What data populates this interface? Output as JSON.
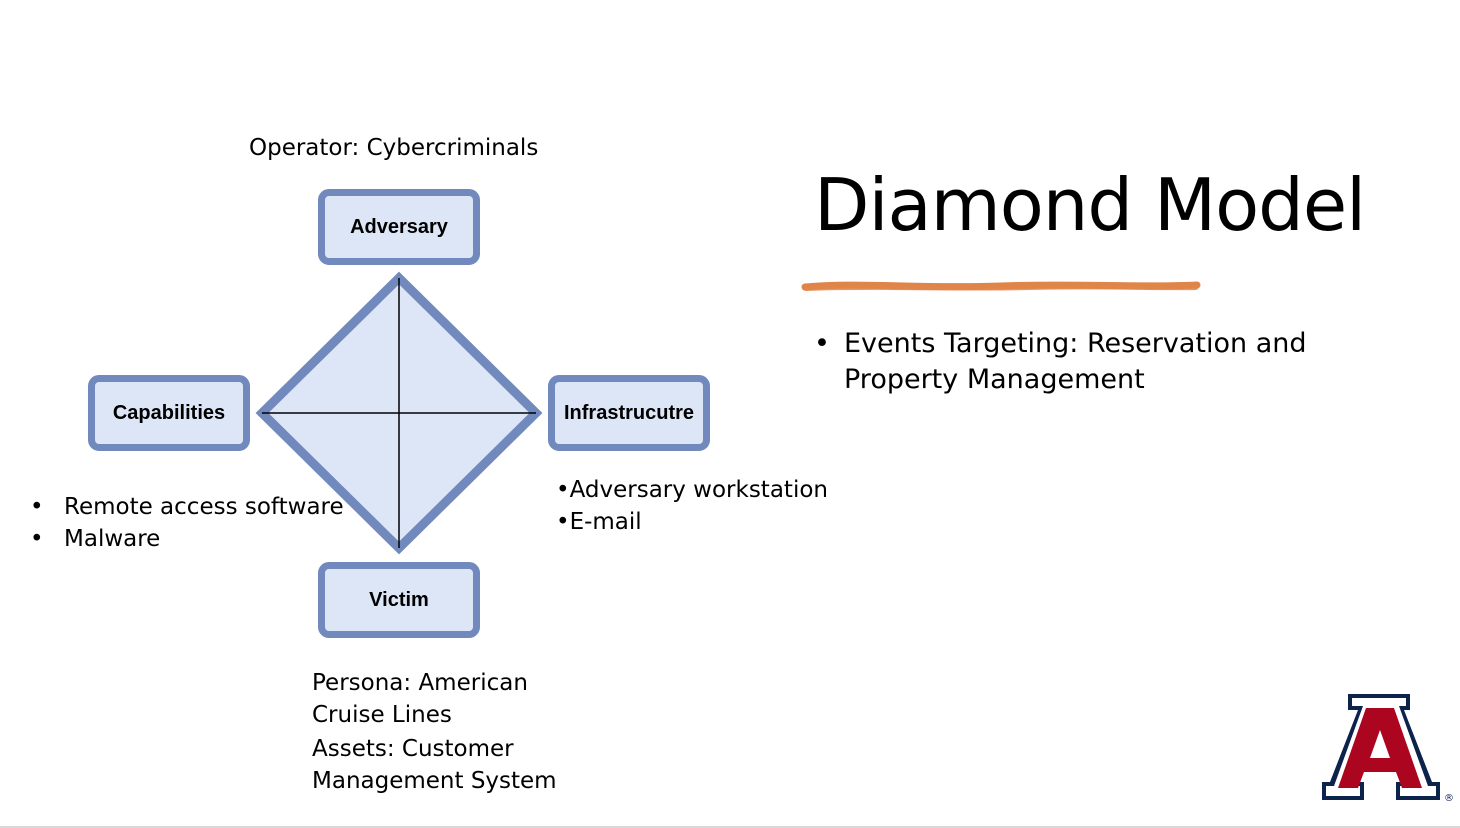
{
  "slide": {
    "title": "Diamond Model",
    "accent_color": "#e0854a",
    "bullets": [
      "Events Targeting: Reservation and Property Management"
    ]
  },
  "diagram": {
    "node_fill": "#dde6f6",
    "node_border": "#7189bd",
    "nodes": {
      "adversary": "Adversary",
      "capabilities": "Capabilities",
      "infrastructure": "Infrastrucutre",
      "victim": "Victim"
    },
    "adversary_note": "Operator: Cybercriminals",
    "capabilities_bullets": [
      "Remote access software",
      "Malware"
    ],
    "infrastructure_bullets": [
      "•Adversary workstation",
      "•E-mail"
    ],
    "victim_lines": [
      "Persona: American",
      "Cruise Lines",
      "Assets: Customer",
      "Management System"
    ]
  },
  "logo": {
    "letter": "A",
    "mark": "®",
    "colors": {
      "navy": "#0c234b",
      "red": "#ab0520"
    }
  },
  "icons": {
    "bullet": "•"
  }
}
